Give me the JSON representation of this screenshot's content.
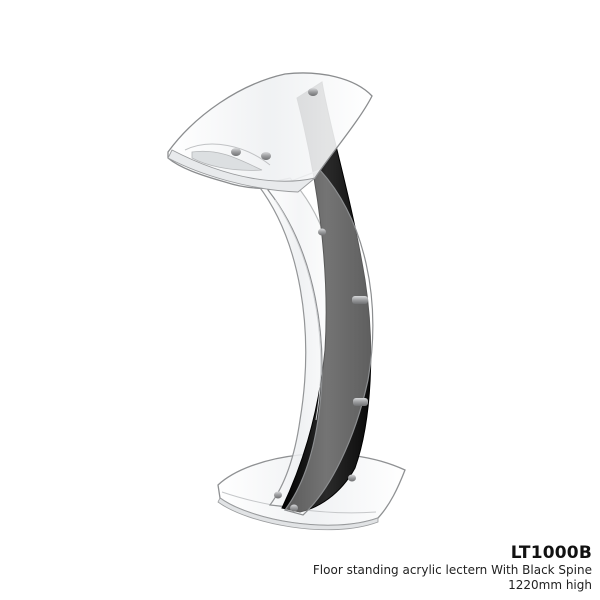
{
  "product": {
    "code": "LT1000B",
    "description": "Floor standing acrylic lectern With Black Spine",
    "height": "1220mm high"
  },
  "image": {
    "subject": "curved clear acrylic lectern with black spine",
    "colors": {
      "spine": "#111111",
      "acrylic_edge": "#9a9a9a",
      "acrylic_fill": "#f4f5f6",
      "standoff": "#a9aaac",
      "background": "#ffffff"
    }
  }
}
